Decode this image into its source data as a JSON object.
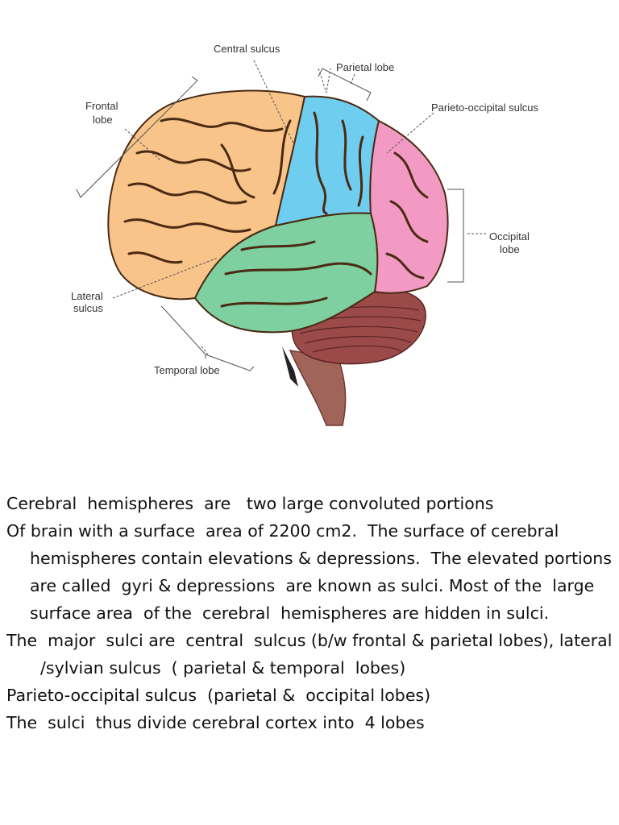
{
  "diagram": {
    "labels": {
      "central_sulcus": "Central sulcus",
      "parietal_lobe": "Parietal lobe",
      "frontal_lobe_1": "Frontal",
      "frontal_lobe_2": "lobe",
      "parieto_occipital_sulcus": "Parieto-occipital sulcus",
      "occipital_lobe_1": "Occipital",
      "occipital_lobe_2": "lobe",
      "lateral_sulcus_1": "Lateral",
      "lateral_sulcus_2": "sulcus",
      "temporal_lobe": "Temporal lobe"
    },
    "colors": {
      "frontal": "#f9c48a",
      "parietal": "#6fcdf0",
      "occipital": "#f39ac4",
      "temporal": "#7ed0a0",
      "cerebellum": "#9b4a4a",
      "brainstem": "#a0645a",
      "sulci": "#4a2a12"
    }
  },
  "text": {
    "p1": "Cerebral  hemispheres  are   two large convoluted portions",
    "p2": "Of brain with a surface  area of 2200 cm2.  The surface of cerebral hemispheres contain elevations & depressions.  The elevated portions are called  gyri & depressions  are known as sulci. Most of the  large surface area  of the  cerebral  hemispheres are hidden in sulci.",
    "p3": "The  major  sulci are  central  sulcus (b/w frontal & parietal lobes), lateral /sylvian sulcus  ( parietal & temporal  lobes)",
    "p4": "Parieto-occipital sulcus  (parietal &  occipital lobes)",
    "p5": "The  sulci  thus divide cerebral cortex into  4 lobes"
  }
}
